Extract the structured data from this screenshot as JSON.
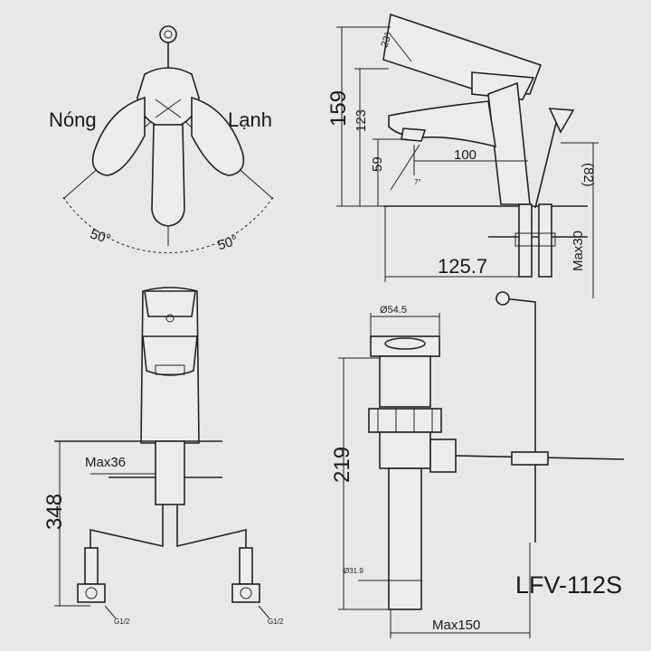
{
  "top_view": {
    "hot_label": "Nóng",
    "cold_label": "Lạnh",
    "angle_left": "50°",
    "angle_right": "50°"
  },
  "side_view": {
    "angle_lever": "23°",
    "height_total": "159",
    "height_lever": "123",
    "height_spout": "59",
    "spout_reach": "100",
    "spout_angle": "7°",
    "base_offset": "125.7",
    "deck_height": "(82)",
    "max_deck": "Max30"
  },
  "front_view": {
    "max_depth": "Max36",
    "hose_length": "348",
    "thread_left": "G1/2",
    "thread_right": "G1/2"
  },
  "drain_view": {
    "flange_dia": "Ø54.5",
    "drain_height": "219",
    "pipe_dia": "Ø31.9",
    "max_reach": "Max150"
  },
  "model_code": "LFV-112S"
}
